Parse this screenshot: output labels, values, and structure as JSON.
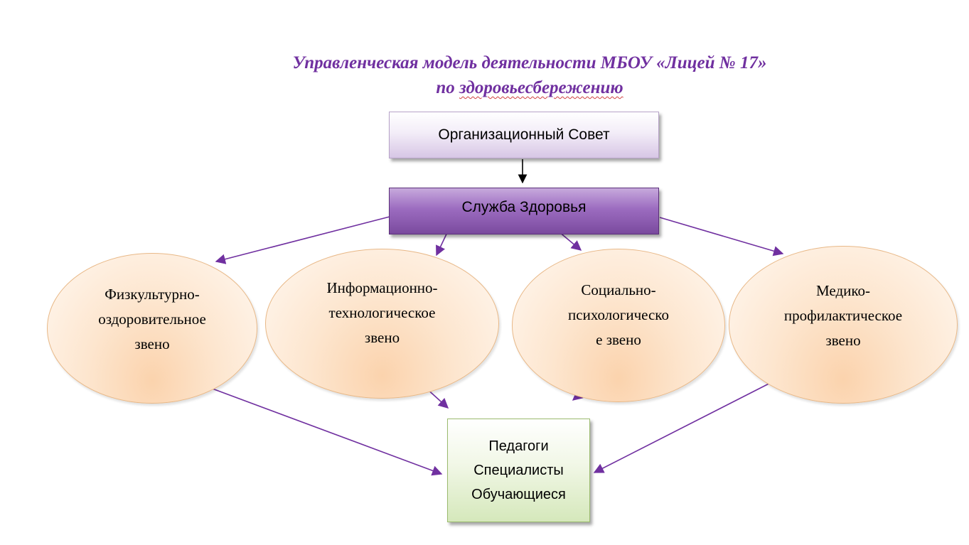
{
  "title": {
    "line1": "Управленческая модель деятельности МБОУ «Лицей № 17»",
    "line2_prefix": "по ",
    "line2_word": "здоровьесбережению"
  },
  "organizational_council": {
    "label": "Организационный Совет"
  },
  "health_service": {
    "label": "Служба Здоровья"
  },
  "units": [
    {
      "lines": [
        "Физкультурно-",
        "оздоровительное",
        "звено"
      ]
    },
    {
      "lines": [
        "Информационно-",
        "технологическое",
        "звено"
      ]
    },
    {
      "lines": [
        "Социально-",
        "психологическо",
        "е звено"
      ]
    },
    {
      "lines": [
        "Медико-",
        "профилактическое",
        "звено"
      ]
    }
  ],
  "participants": {
    "lines": [
      "Педагоги",
      "Специалисты",
      "Обучающиеся"
    ]
  },
  "colors": {
    "title": "#7030a0",
    "arrow": "#7030a0",
    "council_arrow": "#000000",
    "health_service_fill": "#8e5bb5",
    "unit_fill": "#fbd3ad",
    "participants_fill": "#d5e8bb"
  }
}
